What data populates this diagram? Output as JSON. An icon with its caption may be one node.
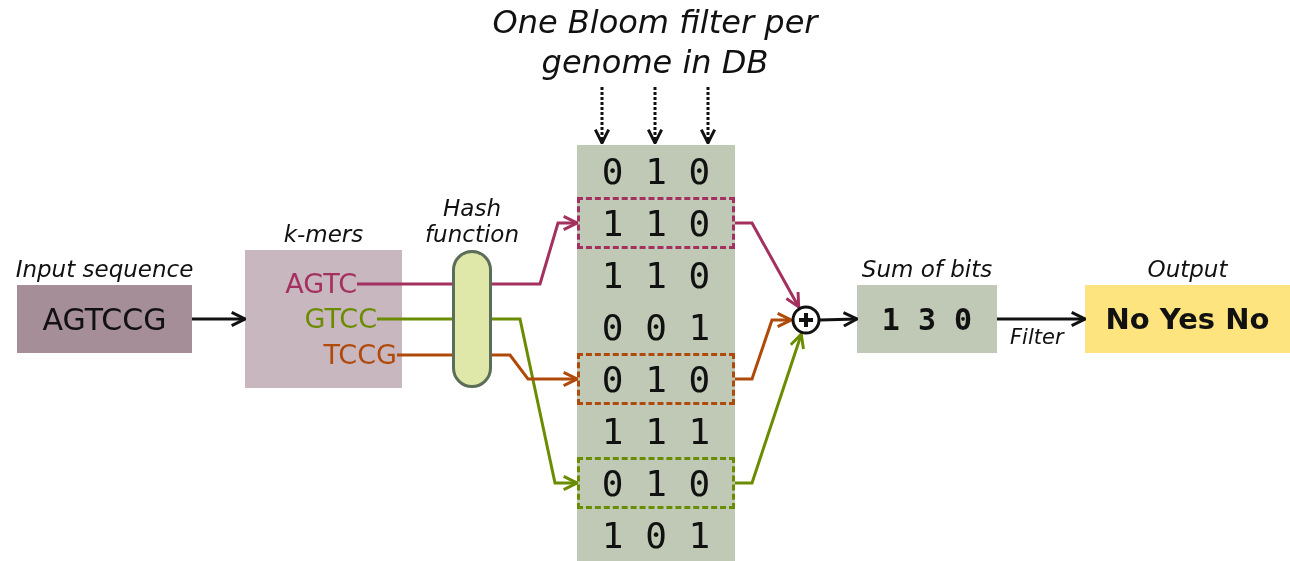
{
  "diagram": {
    "nodes": [
      {
        "text": [
          "Input sequence",
          "AGTCCG"
        ]
      },
      {
        "text": [
          "k-mers"
        ]
      },
      {
        "text": [
          "AGTC"
        ],
        "in": 1
      },
      {
        "text": [
          "GTCC"
        ],
        "in": 1
      },
      {
        "text": [
          "TCCG"
        ],
        "in": 1
      },
      {
        "text": [
          "Hash function"
        ]
      },
      {
        "text": [
          "One Bloom filter per genome in DB"
        ]
      },
      {
        "text": [],
        "shape": "box"
      },
      {
        "text": [
          "0 1 0"
        ],
        "in": 7
      },
      {
        "text": [
          "1 1 0"
        ],
        "in": 7
      },
      {
        "text": [
          "1 1 0"
        ],
        "in": 7
      },
      {
        "text": [
          "0 0 1"
        ],
        "in": 7
      },
      {
        "text": [
          "0 1 0"
        ],
        "in": 7
      },
      {
        "text": [
          "1 1 1"
        ],
        "in": 7
      },
      {
        "text": [
          "0 1 0"
        ],
        "in": 7
      },
      {
        "text": [
          "1 0 1"
        ],
        "in": 7
      },
      {
        "text": [],
        "shape": "circle"
      },
      {
        "text": [
          "Sum of bits",
          "1 3 0"
        ]
      },
      {
        "text": [
          "Output",
          "No Yes No"
        ]
      }
    ],
    "edges": [
      {
        "from": 0,
        "to": 1,
        "arrow": "to"
      },
      {
        "from": 2,
        "to": 5,
        "arrow": "none",
        "color": "#a3305e"
      },
      {
        "from": 5,
        "to": 9,
        "arrow": "to",
        "color": "#a3305e"
      },
      {
        "from": 3,
        "to": 5,
        "arrow": "none",
        "color": "#6a8c00"
      },
      {
        "from": 5,
        "to": 14,
        "arrow": "to",
        "color": "#6a8c00"
      },
      {
        "from": 4,
        "to": 5,
        "arrow": "none",
        "color": "#b04a0a"
      },
      {
        "from": 5,
        "to": 12,
        "arrow": "to",
        "color": "#b04a0a"
      },
      {
        "from": 9,
        "to": 16,
        "arrow": "to",
        "color": "#a3305e"
      },
      {
        "from": 12,
        "to": 16,
        "arrow": "to",
        "color": "#b04a0a"
      },
      {
        "from": 14,
        "to": 16,
        "arrow": "to",
        "color": "#6a8c00"
      },
      {
        "from": 16,
        "to": 17,
        "arrow": "to"
      },
      {
        "from": 17,
        "to": 18,
        "arrow": "to",
        "label": "Filter"
      },
      {
        "from": 6,
        "to": 7,
        "arrow": "to",
        "style": "dashed"
      },
      {
        "from": 6,
        "to": 7,
        "arrow": "to",
        "style": "dashed"
      },
      {
        "from": 6,
        "to": 7,
        "arrow": "to",
        "style": "dashed"
      }
    ]
  }
}
